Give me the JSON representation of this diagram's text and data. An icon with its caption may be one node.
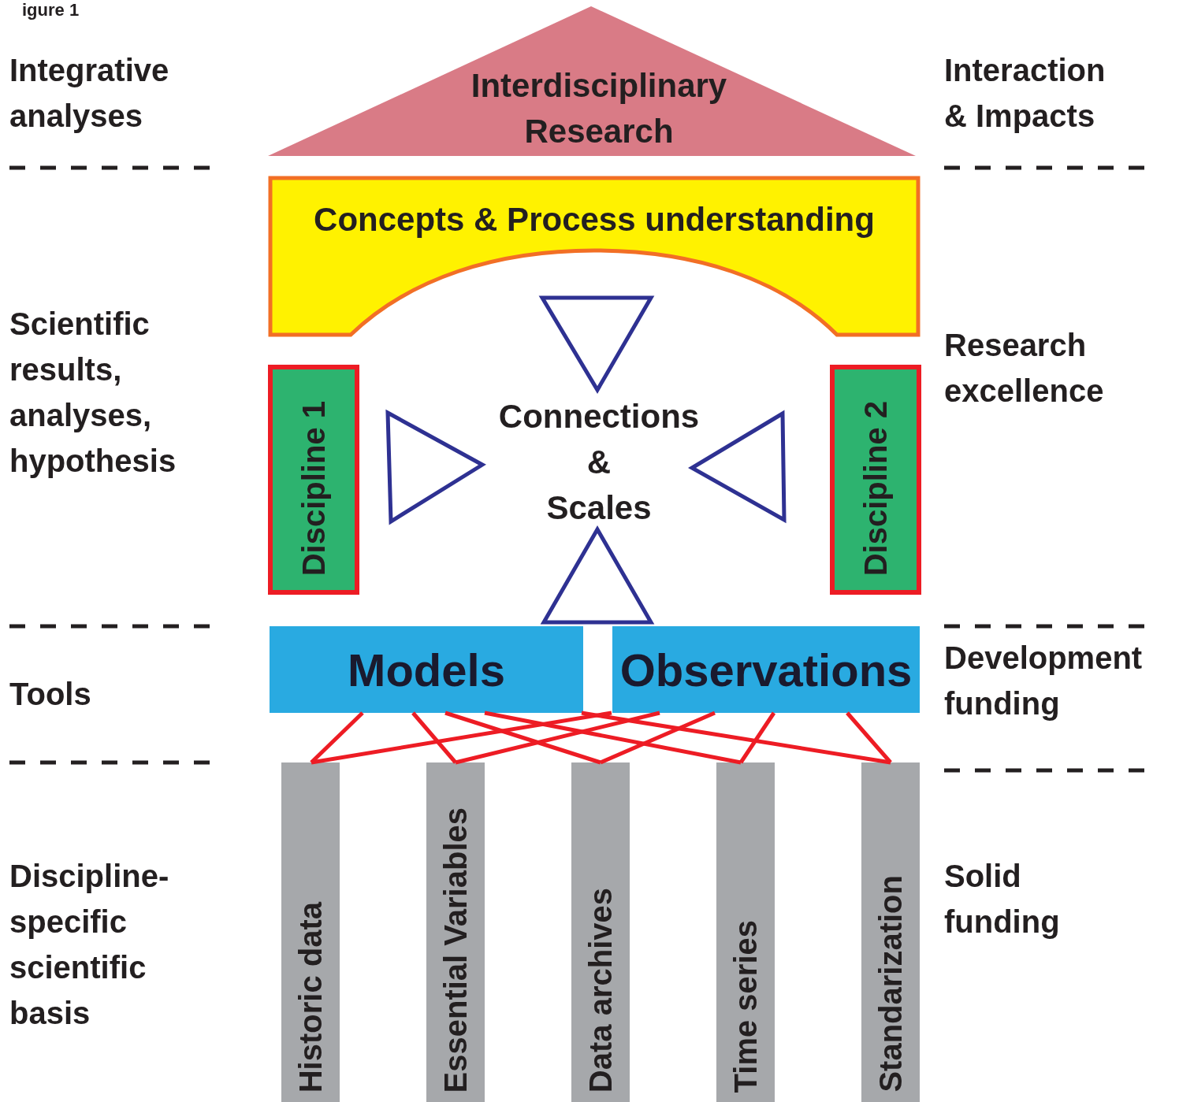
{
  "diagram": {
    "nodes": [
      {
        "text": [
          "Interdisciplinary Research"
        ]
      },
      {
        "text": [
          "Concepts & Process understanding"
        ]
      },
      {
        "text": [
          "Discipline 1"
        ]
      },
      {
        "text": [
          "Connections & Scales"
        ]
      },
      {
        "text": [
          "Discipline 2"
        ]
      },
      {
        "text": [
          "Models"
        ]
      },
      {
        "text": [
          "Observations"
        ]
      },
      {
        "text": [
          "Historic data"
        ]
      },
      {
        "text": [
          "Essential Variables"
        ]
      },
      {
        "text": [
          "Data archives"
        ]
      },
      {
        "text": [
          "Time series"
        ]
      },
      {
        "text": [
          "Standarization"
        ]
      }
    ],
    "edges": [
      {
        "from": 1,
        "to": 3,
        "arrow": "to"
      },
      {
        "from": 2,
        "to": 3,
        "arrow": "to"
      },
      {
        "from": 4,
        "to": 3,
        "arrow": "to"
      },
      {
        "from": null,
        "to": 3,
        "arrow": "to"
      },
      {
        "from": 5,
        "to": 7,
        "arrow": "none"
      },
      {
        "from": 5,
        "to": 8,
        "arrow": "none"
      },
      {
        "from": 5,
        "to": 9,
        "arrow": "none"
      },
      {
        "from": 5,
        "to": 10,
        "arrow": "none"
      },
      {
        "from": 5,
        "to": 11,
        "arrow": "none"
      },
      {
        "from": 6,
        "to": 7,
        "arrow": "none"
      },
      {
        "from": 6,
        "to": 8,
        "arrow": "none"
      },
      {
        "from": 6,
        "to": 9,
        "arrow": "none"
      },
      {
        "from": 6,
        "to": 10,
        "arrow": "none"
      },
      {
        "from": 6,
        "to": 11,
        "arrow": "none"
      }
    ],
    "labels": [
      "igure 1",
      "Integrative analyses",
      "Interaction & Impacts",
      "Scientific results, analyses, hypothesis",
      "Research excellence",
      "Tools",
      "Development funding",
      "Discipline-specific scientific basis",
      "Solid funding"
    ]
  }
}
